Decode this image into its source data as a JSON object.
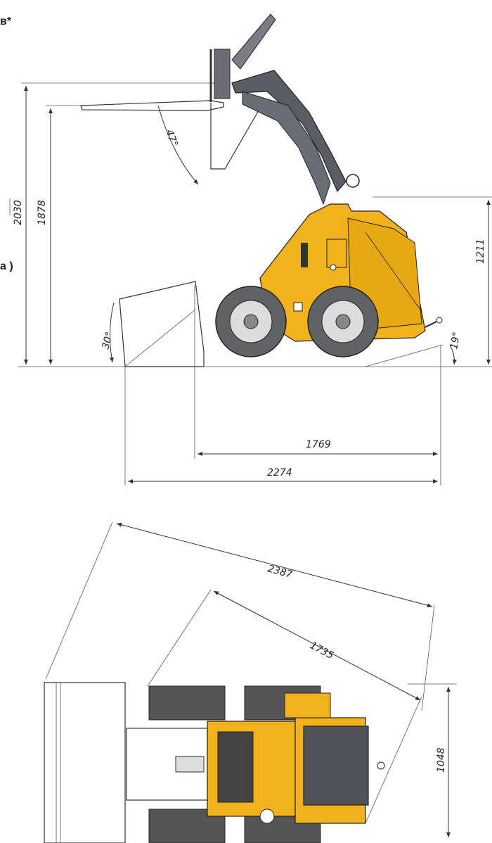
{
  "edge_fragments": {
    "top": "в*",
    "middle": "а )"
  },
  "side_view": {
    "dims": {
      "total_height": "2030",
      "fork_height": "1878",
      "body_height": "1211",
      "wheelbase_span": "1769",
      "total_length": "2274"
    },
    "angles": {
      "fork_tilt": "47°",
      "bucket_angle": "30°",
      "departure_angle": "19°"
    }
  },
  "top_view": {
    "dims": {
      "diagonal_long": "2387",
      "diagonal_short": "1735",
      "width": "1048"
    }
  },
  "colors": {
    "body": "#f2b21b",
    "arm": "#5a5d63",
    "tire": "#606266",
    "line": "#333333"
  }
}
